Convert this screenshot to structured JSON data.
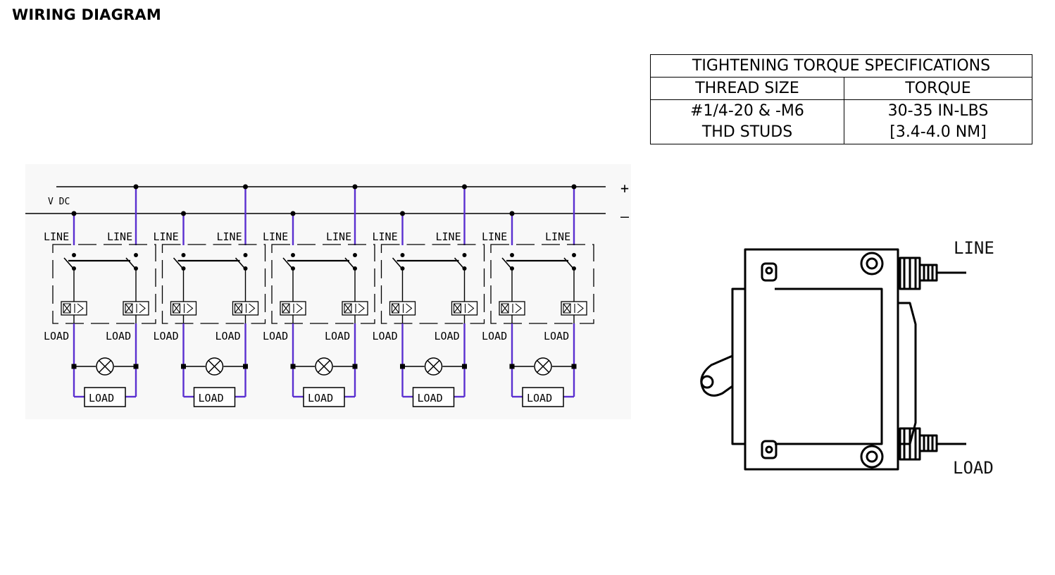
{
  "page_title": "WIRING DIAGRAM",
  "torque_table": {
    "title": "TIGHTENING TORQUE SPECIFICATIONS",
    "headers": [
      "THREAD SIZE",
      "TORQUE"
    ],
    "rows": [
      {
        "thread_size": [
          "#1/4-20 & -M6",
          "THD STUDS"
        ],
        "torque": [
          "30-35 IN-LBS",
          "[3.4-4.0 NM]"
        ]
      }
    ]
  },
  "schematic": {
    "supply_label": "V DC",
    "plus_symbol": "+",
    "minus_symbol": "–",
    "line_label": "LINE",
    "load_label": "LOAD",
    "load_box_label": "LOAD",
    "breaker_count": 5,
    "wire_color": "#5a2fd0",
    "line_color": "#000000"
  },
  "breaker_drawing": {
    "line_terminal_label": "LINE",
    "load_terminal_label": "LOAD"
  }
}
